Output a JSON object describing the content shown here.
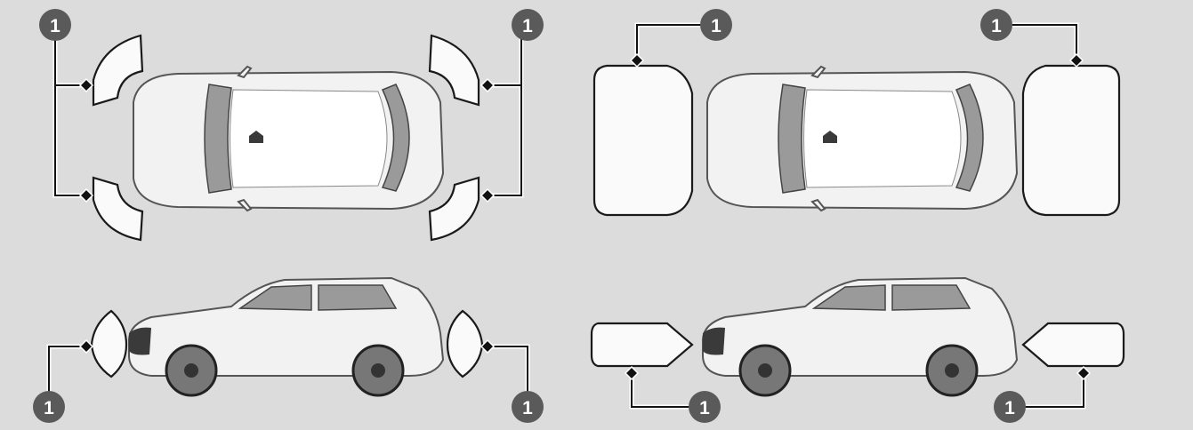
{
  "callout_label": "1",
  "views": [
    {
      "name": "top-view-corner-sensors",
      "callouts": [
        "1",
        "1"
      ]
    },
    {
      "name": "top-view-front-rear-sensors",
      "callouts": [
        "1",
        "1"
      ]
    },
    {
      "name": "side-view-corner-sensors",
      "callouts": [
        "1",
        "1"
      ]
    },
    {
      "name": "side-view-front-rear-sensors",
      "callouts": [
        "1",
        "1"
      ]
    }
  ],
  "colors": {
    "background": "#dcdcdc",
    "badge": "#5a5a5a",
    "zone": "#fafafa"
  }
}
